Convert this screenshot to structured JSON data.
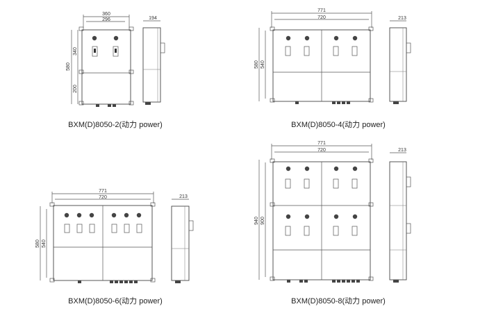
{
  "figures": [
    {
      "caption": "BXM(D)8050-2(动力 power)",
      "dims": {
        "outer_width": "360",
        "inner_width": "296",
        "side_width": "194",
        "height_total": "580",
        "height_upper": "340",
        "height_lower": "200"
      }
    },
    {
      "caption": "BXM(D)8050-4(动力 power)",
      "dims": {
        "outer_width": "771",
        "inner_width": "720",
        "side_width": "213",
        "height_total": "580",
        "height_inner": "540"
      }
    },
    {
      "caption": "BXM(D)8050-6(动力 power)",
      "dims": {
        "outer_width": "771",
        "inner_width": "720",
        "side_width": "213",
        "height_total": "580",
        "height_inner": "540"
      }
    },
    {
      "caption": "BXM(D)8050-8(动力 power)",
      "dims": {
        "outer_width": "771",
        "inner_width": "720",
        "side_width": "213",
        "height_total": "940",
        "height_inner": "900"
      }
    }
  ]
}
